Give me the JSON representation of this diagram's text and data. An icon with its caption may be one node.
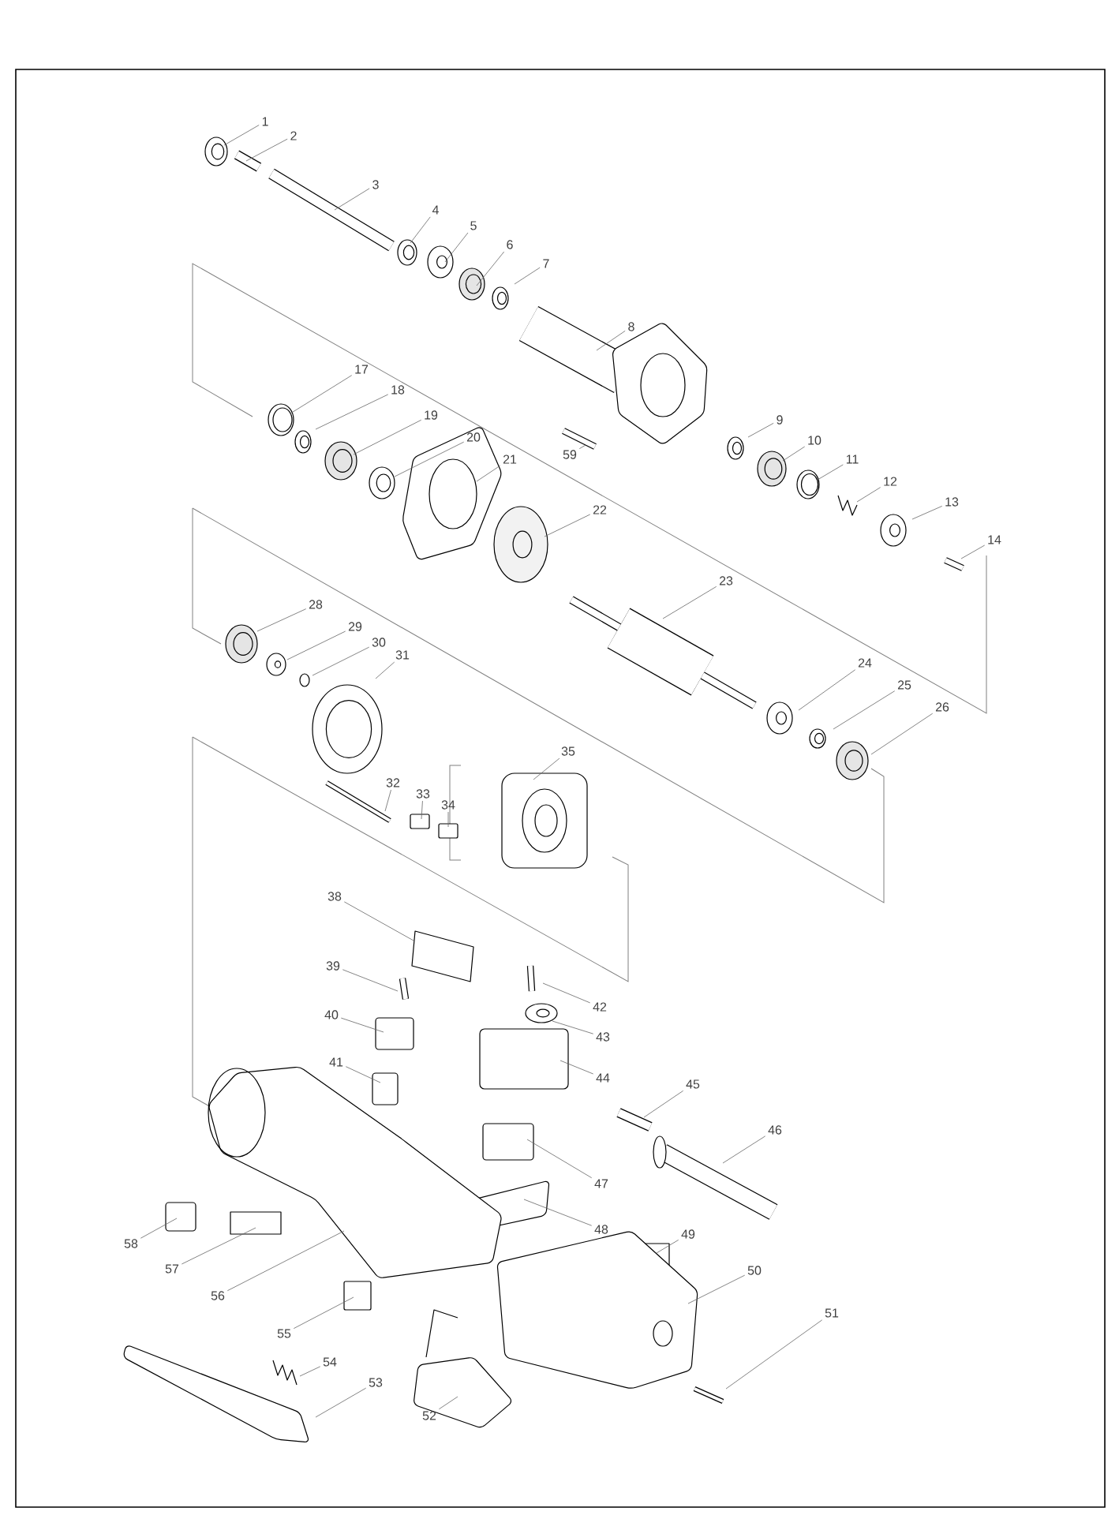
{
  "diagram": {
    "nodes": [
      {
        "text": [
          "1"
        ]
      },
      {
        "text": [
          "2"
        ]
      },
      {
        "text": [
          "3"
        ]
      },
      {
        "text": [
          "4"
        ]
      },
      {
        "text": [
          "5"
        ]
      },
      {
        "text": [
          "6"
        ]
      },
      {
        "text": [
          "7"
        ]
      },
      {
        "text": [
          "8"
        ]
      },
      {
        "text": [
          "9"
        ]
      },
      {
        "text": [
          "10"
        ]
      },
      {
        "text": [
          "11"
        ]
      },
      {
        "text": [
          "12"
        ]
      },
      {
        "text": [
          "13"
        ]
      },
      {
        "text": [
          "14"
        ]
      },
      {
        "text": [
          "17"
        ]
      },
      {
        "text": [
          "18"
        ]
      },
      {
        "text": [
          "19"
        ]
      },
      {
        "text": [
          "20"
        ]
      },
      {
        "text": [
          "21"
        ]
      },
      {
        "text": [
          "22"
        ]
      },
      {
        "text": [
          "23"
        ]
      },
      {
        "text": [
          "24"
        ]
      },
      {
        "text": [
          "25"
        ]
      },
      {
        "text": [
          "26"
        ]
      },
      {
        "text": [
          "28"
        ]
      },
      {
        "text": [
          "29"
        ]
      },
      {
        "text": [
          "30"
        ]
      },
      {
        "text": [
          "31"
        ]
      },
      {
        "text": [
          "32"
        ]
      },
      {
        "text": [
          "33"
        ]
      },
      {
        "text": [
          "34"
        ]
      },
      {
        "text": [
          "35"
        ]
      },
      {
        "text": [
          "38"
        ]
      },
      {
        "text": [
          "39"
        ]
      },
      {
        "text": [
          "40"
        ]
      },
      {
        "text": [
          "41"
        ]
      },
      {
        "text": [
          "42"
        ]
      },
      {
        "text": [
          "43"
        ]
      },
      {
        "text": [
          "44"
        ]
      },
      {
        "text": [
          "45"
        ]
      },
      {
        "text": [
          "46"
        ]
      },
      {
        "text": [
          "47"
        ]
      },
      {
        "text": [
          "48"
        ]
      },
      {
        "text": [
          "49"
        ]
      },
      {
        "text": [
          "50"
        ]
      },
      {
        "text": [
          "51"
        ]
      },
      {
        "text": [
          "52"
        ]
      },
      {
        "text": [
          "53"
        ]
      },
      {
        "text": [
          "54"
        ]
      },
      {
        "text": [
          "55"
        ]
      },
      {
        "text": [
          "56"
        ]
      },
      {
        "text": [
          "57"
        ]
      },
      {
        "text": [
          "58"
        ]
      },
      {
        "text": [
          "59"
        ]
      }
    ],
    "edges": [
      {
        "from": 0,
        "to": null,
        "arrow": "none"
      },
      {
        "from": 1,
        "to": null,
        "arrow": "none"
      },
      {
        "from": 2,
        "to": null,
        "arrow": "none"
      },
      {
        "from": 3,
        "to": null,
        "arrow": "none"
      },
      {
        "from": 4,
        "to": null,
        "arrow": "none"
      },
      {
        "from": 5,
        "to": null,
        "arrow": "none"
      },
      {
        "from": 6,
        "to": null,
        "arrow": "none"
      },
      {
        "from": 7,
        "to": null,
        "arrow": "none"
      },
      {
        "from": 8,
        "to": null,
        "arrow": "none"
      },
      {
        "from": 9,
        "to": null,
        "arrow": "none"
      },
      {
        "from": 10,
        "to": null,
        "arrow": "none"
      },
      {
        "from": 11,
        "to": null,
        "arrow": "none"
      },
      {
        "from": 12,
        "to": null,
        "arrow": "none"
      },
      {
        "from": 13,
        "to": null,
        "arrow": "none"
      },
      {
        "from": 14,
        "to": null,
        "arrow": "none"
      },
      {
        "from": 15,
        "to": null,
        "arrow": "none"
      },
      {
        "from": 16,
        "to": null,
        "arrow": "none"
      },
      {
        "from": 17,
        "to": null,
        "arrow": "none"
      },
      {
        "from": 18,
        "to": null,
        "arrow": "none"
      },
      {
        "from": 19,
        "to": null,
        "arrow": "none"
      },
      {
        "from": 20,
        "to": null,
        "arrow": "none"
      },
      {
        "from": 21,
        "to": null,
        "arrow": "none"
      },
      {
        "from": 22,
        "to": null,
        "arrow": "none"
      },
      {
        "from": 23,
        "to": null,
        "arrow": "none"
      },
      {
        "from": 24,
        "to": null,
        "arrow": "none"
      },
      {
        "from": 25,
        "to": null,
        "arrow": "none"
      },
      {
        "from": 26,
        "to": null,
        "arrow": "none"
      },
      {
        "from": 27,
        "to": null,
        "arrow": "none"
      },
      {
        "from": 28,
        "to": null,
        "arrow": "none"
      },
      {
        "from": 29,
        "to": null,
        "arrow": "none"
      },
      {
        "from": 30,
        "to": null,
        "arrow": "none"
      },
      {
        "from": 31,
        "to": null,
        "arrow": "none"
      },
      {
        "from": 32,
        "to": null,
        "arrow": "none"
      },
      {
        "from": 33,
        "to": null,
        "arrow": "none"
      },
      {
        "from": 34,
        "to": null,
        "arrow": "none"
      },
      {
        "from": 35,
        "to": null,
        "arrow": "none"
      },
      {
        "from": 36,
        "to": null,
        "arrow": "none"
      },
      {
        "from": 37,
        "to": null,
        "arrow": "none"
      },
      {
        "from": 38,
        "to": null,
        "arrow": "none"
      },
      {
        "from": 39,
        "to": null,
        "arrow": "none"
      },
      {
        "from": 40,
        "to": null,
        "arrow": "none"
      },
      {
        "from": 41,
        "to": null,
        "arrow": "none"
      },
      {
        "from": 42,
        "to": null,
        "arrow": "none"
      },
      {
        "from": 43,
        "to": null,
        "arrow": "none"
      },
      {
        "from": 44,
        "to": null,
        "arrow": "none"
      },
      {
        "from": 45,
        "to": null,
        "arrow": "none"
      },
      {
        "from": 46,
        "to": null,
        "arrow": "none"
      },
      {
        "from": 47,
        "to": null,
        "arrow": "none"
      },
      {
        "from": 48,
        "to": null,
        "arrow": "none"
      },
      {
        "from": 49,
        "to": null,
        "arrow": "none"
      },
      {
        "from": 50,
        "to": null,
        "arrow": "none"
      },
      {
        "from": 51,
        "to": null,
        "arrow": "none"
      },
      {
        "from": 52,
        "to": null,
        "arrow": "none"
      },
      {
        "from": 53,
        "to": null,
        "arrow": "none"
      }
    ]
  }
}
